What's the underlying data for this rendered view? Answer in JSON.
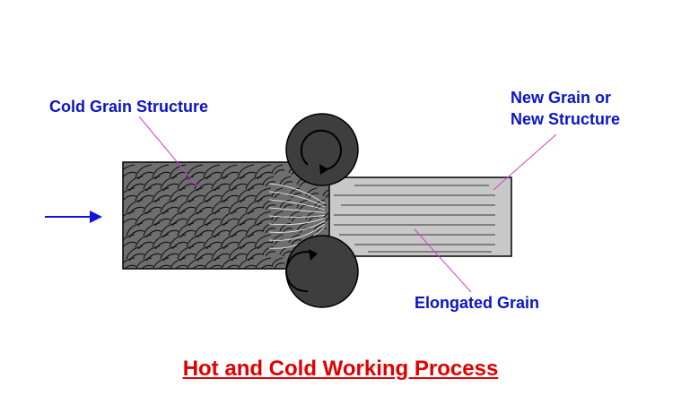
{
  "labels": {
    "cold_grain": "Cold Grain Structure",
    "new_grain_line1": "New Grain or",
    "new_grain_line2": "New Structure",
    "elongated_grain": "Elongated Grain"
  },
  "title": "Hot and Cold Working Process",
  "colors": {
    "label_text": "#0a14c8",
    "title_text": "#e00000",
    "leader_line": "#d040d0",
    "arrow": "#1010e0",
    "cold_block": "#6e6e6e",
    "hot_block": "#c8c8c8",
    "roller": "#3e3e3e",
    "outline": "#000000"
  },
  "icons": {
    "feed_arrow": "right-arrow-icon",
    "roller_rotation": "rotation-arrow-icon"
  }
}
